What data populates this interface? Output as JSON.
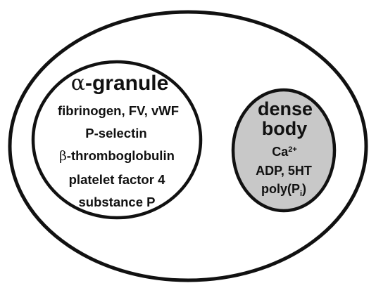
{
  "colors": {
    "outline": "#111111",
    "outer_fill": "#ffffff",
    "alpha_fill": "#ffffff",
    "dense_fill": "#c8c8c8"
  },
  "alpha_granule": {
    "title_greek": "α",
    "title_text": "-granule",
    "items": {
      "fibrinogen": "fibrinogen, FV, vWF",
      "pselectin": "P-selectin",
      "beta_greek": "β",
      "beta_text": "-thromboglobulin",
      "pf4": "platelet factor 4",
      "substance_p": "substance P"
    }
  },
  "dense_body": {
    "title_line1": "dense",
    "title_line2": "body",
    "ca_base": "Ca",
    "ca_sup": "2+",
    "adp": "ADP, 5HT",
    "poly_prefix": "poly(P",
    "poly_sub": "i",
    "poly_suffix": ")"
  }
}
